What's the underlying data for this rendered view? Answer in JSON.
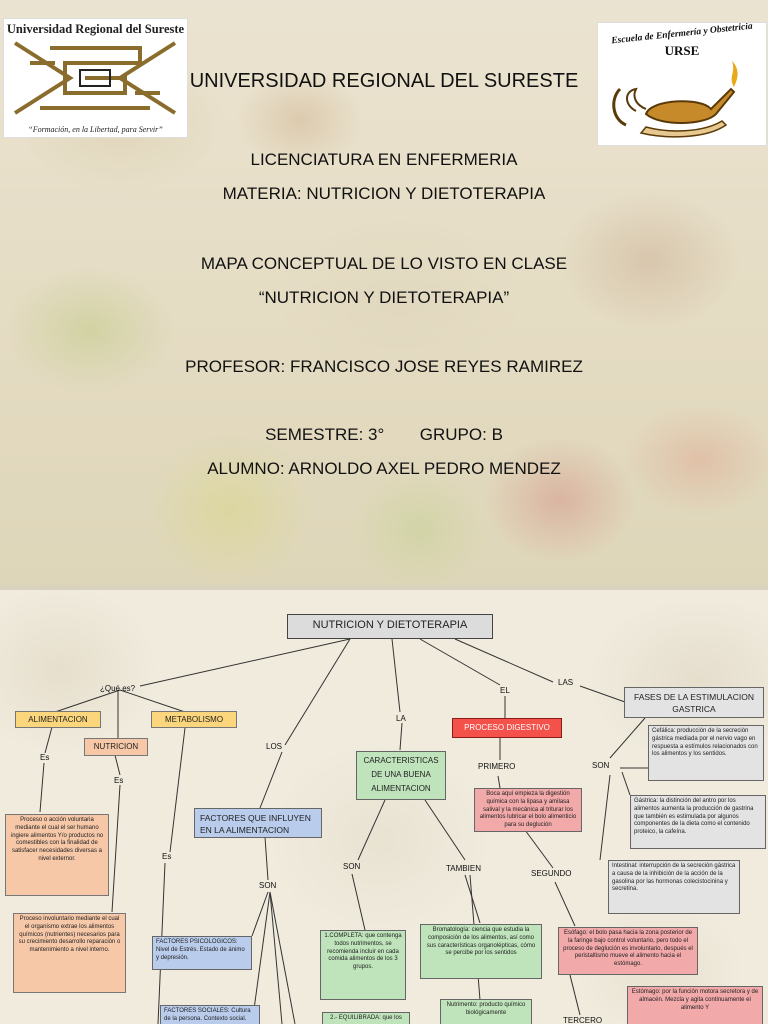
{
  "slide1": {
    "logo_left": {
      "name": "Universidad Regional del Sureste",
      "motto": "“Formación, en la Libertad, para Servir”"
    },
    "logo_right": {
      "school": "Escuela de Enfermería y Obstetricia",
      "acronym": "URSE"
    },
    "university": "UNIVERSIDAD REGIONAL DEL SURESTE",
    "career": "LICENCIATURA EN ENFERMERIA",
    "subject": "MATERIA: NUTRICION Y DIETOTERAPIA",
    "map_title": "MAPA CONCEPTUAL DE LO VISTO EN CLASE",
    "map_subtitle": "“NUTRICION Y DIETOTERAPIA”",
    "professor": "PROFESOR: FRANCISCO JOSE REYES RAMIREZ",
    "semester": "SEMESTRE: 3°",
    "group": "GRUPO: B",
    "student": "ALUMNO: ARNOLDO AXEL PEDRO MENDEZ"
  },
  "slide2": {
    "title": "NUTRICION Y DIETOTERAPIA",
    "connectors": {
      "que_es": "¿Qué es?",
      "es1": "Es",
      "es2": "Es",
      "es3": "Es",
      "los": "LOS",
      "la": "LA",
      "el": "EL",
      "las": "LAS",
      "son1": "SON",
      "son2": "SON",
      "son3": "SON",
      "tambien": "TAMBIEN",
      "primero": "PRIMERO",
      "segundo": "SEGUNDO",
      "tercero": "TERCERO"
    },
    "nodes": {
      "alimentacion": "ALIMENTACION",
      "nutricion": "NUTRICION",
      "metabolismo": "METABOLISMO",
      "alimentacion_def": "Proceso o acción voluntaria mediante el cual el ser humano ingiere alimentos Y/o productos no comestibles con la finalidad de satisfacer necesidades diversas a nivel externor.",
      "nutricion_def": "Proceso involuntario mediante el cual el organismo extrae los alimentos químicos (nutrientes) necesarios para su crecimiento desarrollo reparación o mantenimiento a nivel interno.",
      "factores": "FACTORES QUE INFLUYEN EN LA ALIMENTACION",
      "factores_psico": "FACTORES PSICOLOGICOS: Nivel de Estrés. Estado de ánimo y depresión.",
      "factores_social": "FACTORES SOCIALES: Cultura de la persona. Contexto social.",
      "caracteristicas": "CARACTERISTICAS DE UNA BUENA ALIMENTACION",
      "completa": "1.COMPLETA: que contenga todos nutrimentos, se recomienda incluir en cada comida alimentos de los 3 grupos.",
      "equilibrada": "2.- EQUILIBRADA: que los",
      "bromatologia": "Bromatología: ciencia que estudia la composición de los alimentos, así como sus características organolépticas, cómo se percibe por los sentidos",
      "nutrimento": "Nutrimento: producto químico biológicamente",
      "proceso_digestivo": "PROCESO DIGESTIVO",
      "boca": "Boca aquí empieza la digestión química con la lipasa y amilasa salival y la mecánica al triturar los alimentos lubricar el bolo alimenticio para su deglución",
      "esofago": "Esófago: el bolo pasa hacia la zona posterior de la faringe bajo control voluntario, pero todo el proceso de deglución es involuntario, después el peristaltismo mueve el alimento hacia el estómago.",
      "estomago": "Estómago: por la función motora secretora y de almacén. Mezcla y agita continuamente el alimento Y",
      "fases": "FASES DE LA ESTIMULACION GASTRICA",
      "cefalica": "Cefálica: producción de la secreción gástrica mediada por el nervio vago en respuesta a estímulos relacionados con los alimentos y los sentidos.",
      "gastrica": "Gástrica: la distinción del antro por los alimentos aumenta la producción de gastrina que también es estimulada por algunos componentes de la dieta como el contenido proteico, la cafeína.",
      "intestinal": "Intestinal: interrupción de la secreción gástrica a causa de la inhibición de la acción de la gasolina por las hormonas colecistocinina y secretina."
    }
  }
}
